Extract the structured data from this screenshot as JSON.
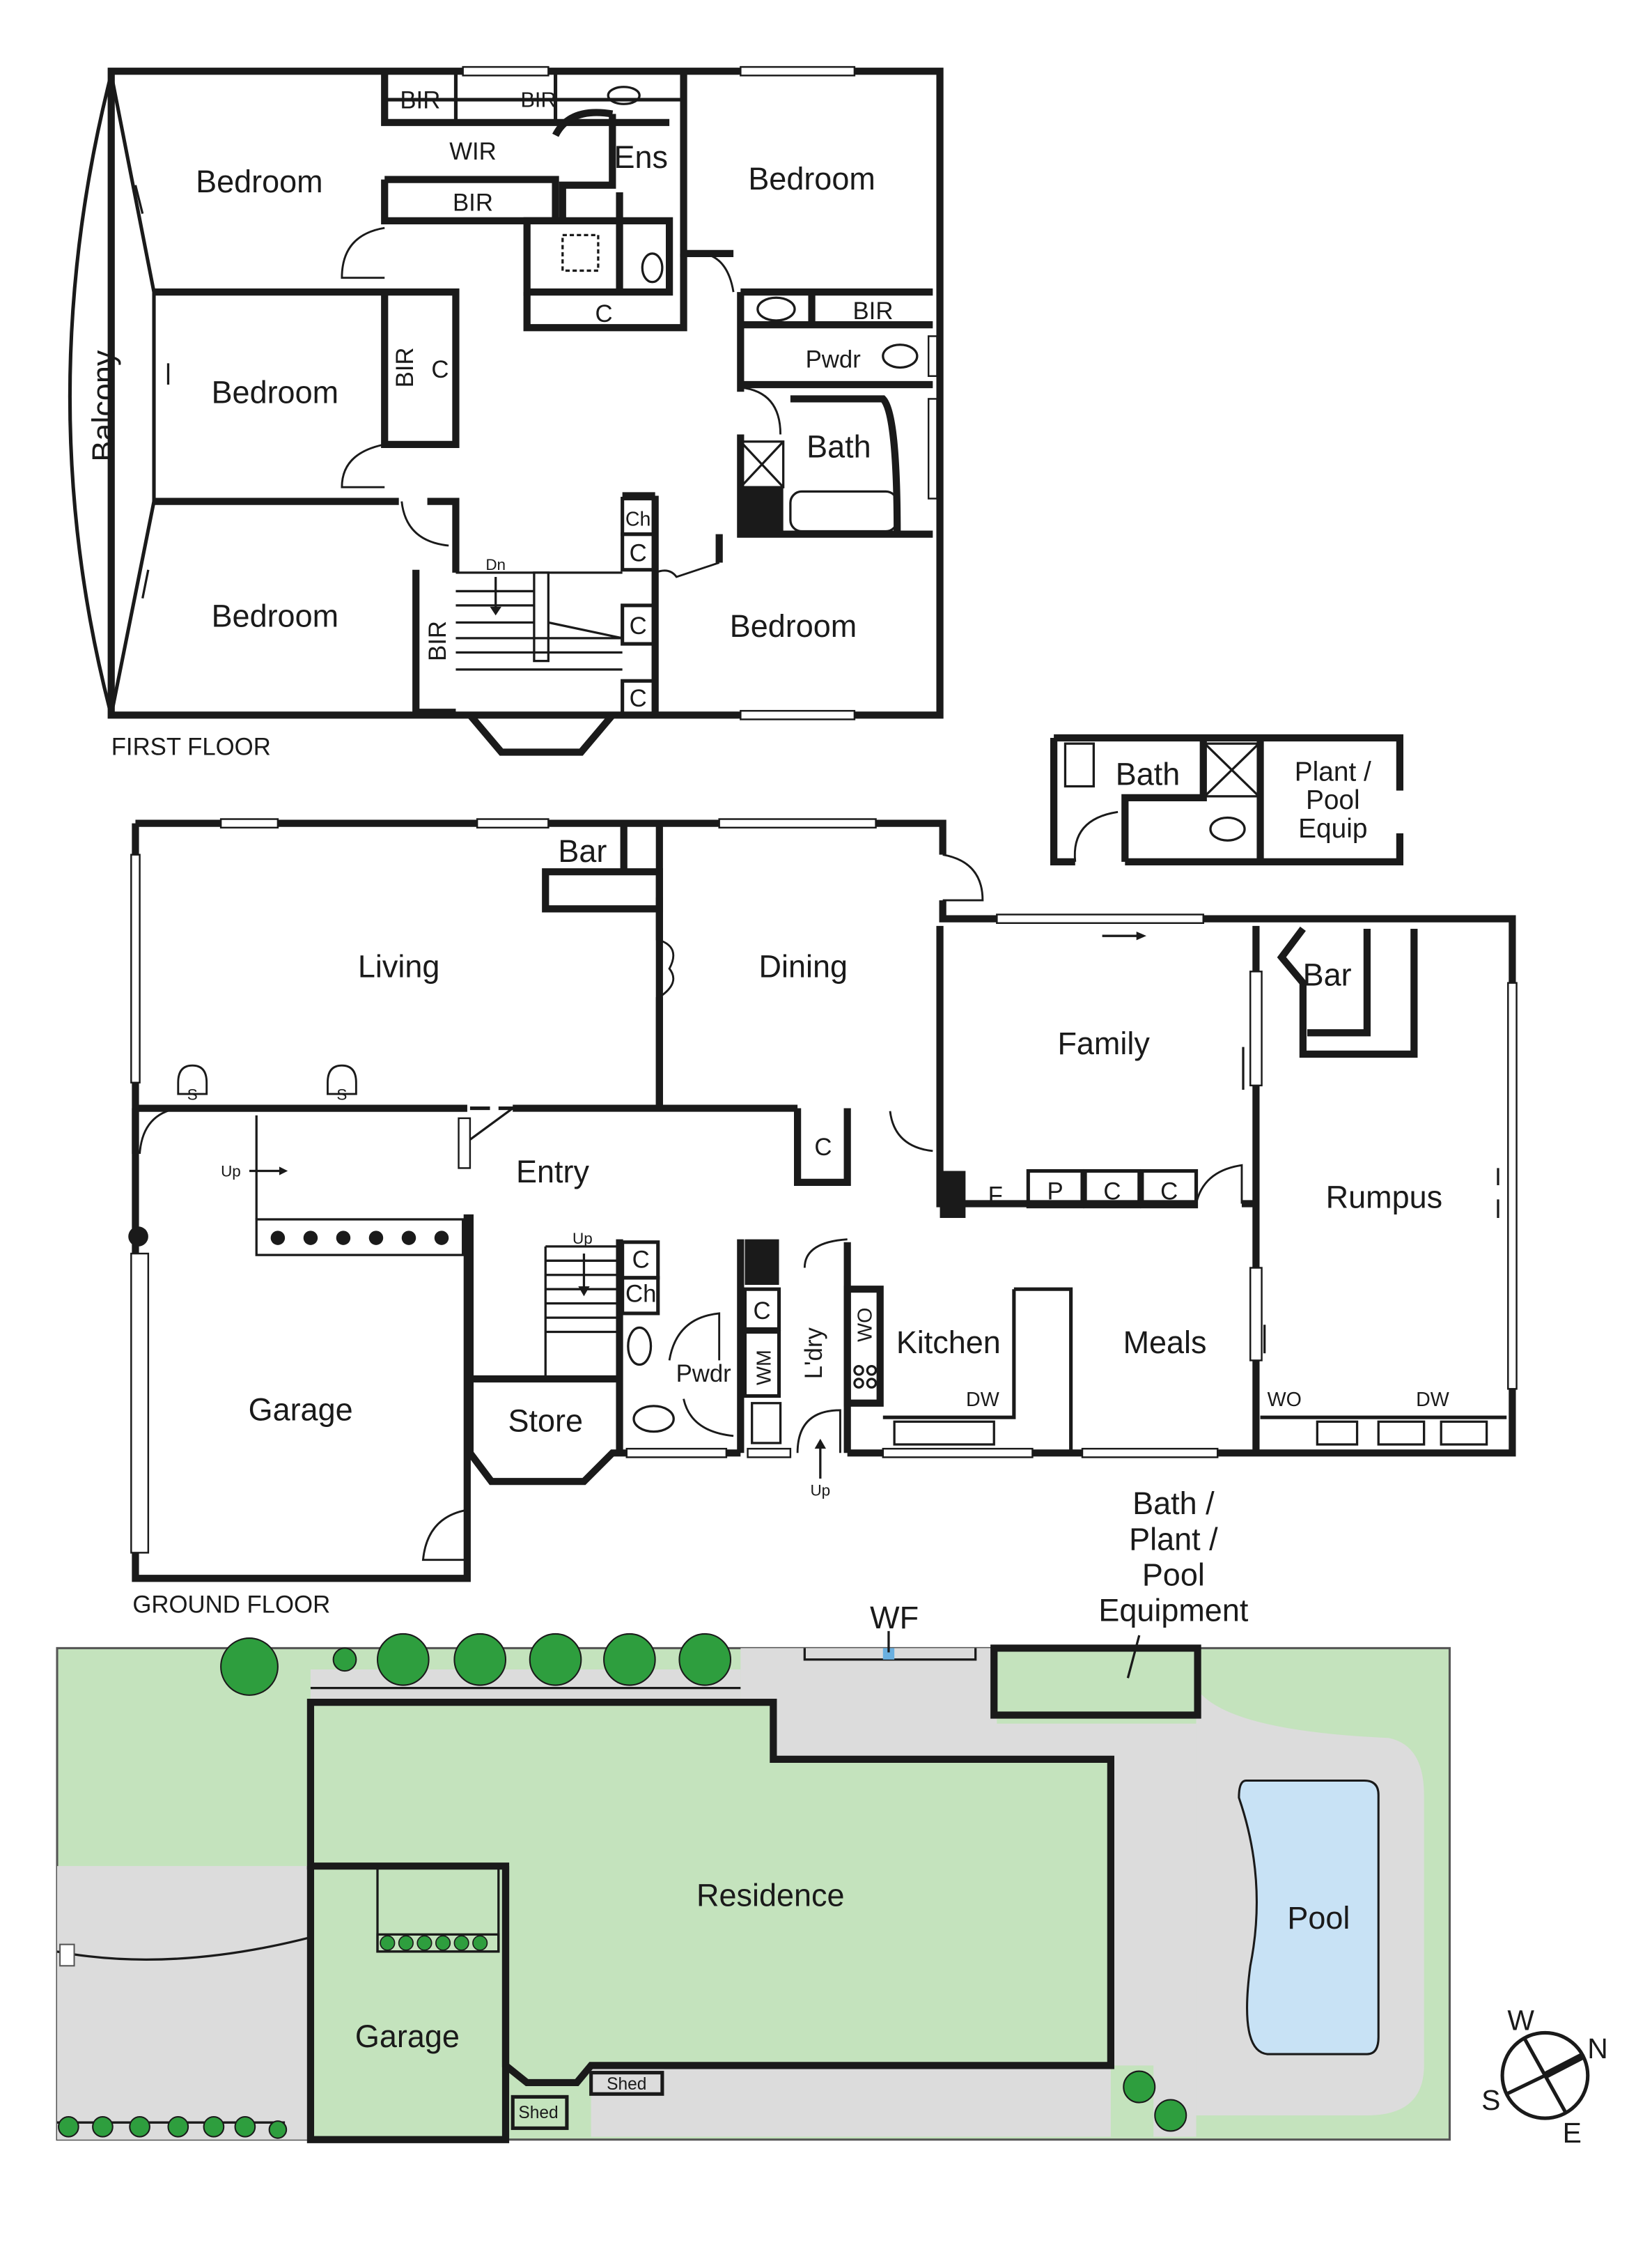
{
  "colors": {
    "lawn": "#c4e3bd",
    "paving": "#dcdcdc",
    "pool": "#c8e2f5",
    "wall": "#1a1a1a",
    "tree": "#2e9e3e"
  },
  "first_floor": {
    "title": "FIRST FLOOR",
    "balcony": "Balcony",
    "bedroom": "Bedroom",
    "bir": "BIR",
    "wir": "WIR",
    "ens": "Ens",
    "c": "C",
    "ch": "Ch",
    "pwdr": "Pwdr",
    "bath": "Bath",
    "dn": "Dn"
  },
  "outbuilding": {
    "bath": "Bath",
    "plant_line1": "Plant /",
    "plant_line2": "Pool",
    "plant_line3": "Equip"
  },
  "ground_floor": {
    "title": "GROUND FLOOR",
    "bar": "Bar",
    "living": "Living",
    "dining": "Dining",
    "family": "Family",
    "rumpus": "Rumpus",
    "entry": "Entry",
    "garage": "Garage",
    "store": "Store",
    "pwdr": "Pwdr",
    "ldry": "L'dry",
    "wm": "WM",
    "kitchen": "Kitchen",
    "meals": "Meals",
    "wo": "WO",
    "dw": "DW",
    "c": "C",
    "ch": "Ch",
    "f": "F",
    "p": "P",
    "s": "S",
    "up": "Up"
  },
  "site_plan": {
    "wf": "WF",
    "bath_callout": [
      "Bath /",
      "Plant /",
      "Pool",
      "Equipment"
    ],
    "residence": "Residence",
    "pool": "Pool",
    "garage": "Garage",
    "shed": "Shed"
  },
  "compass": {
    "n": "N",
    "s": "S",
    "e": "E",
    "w": "W"
  }
}
